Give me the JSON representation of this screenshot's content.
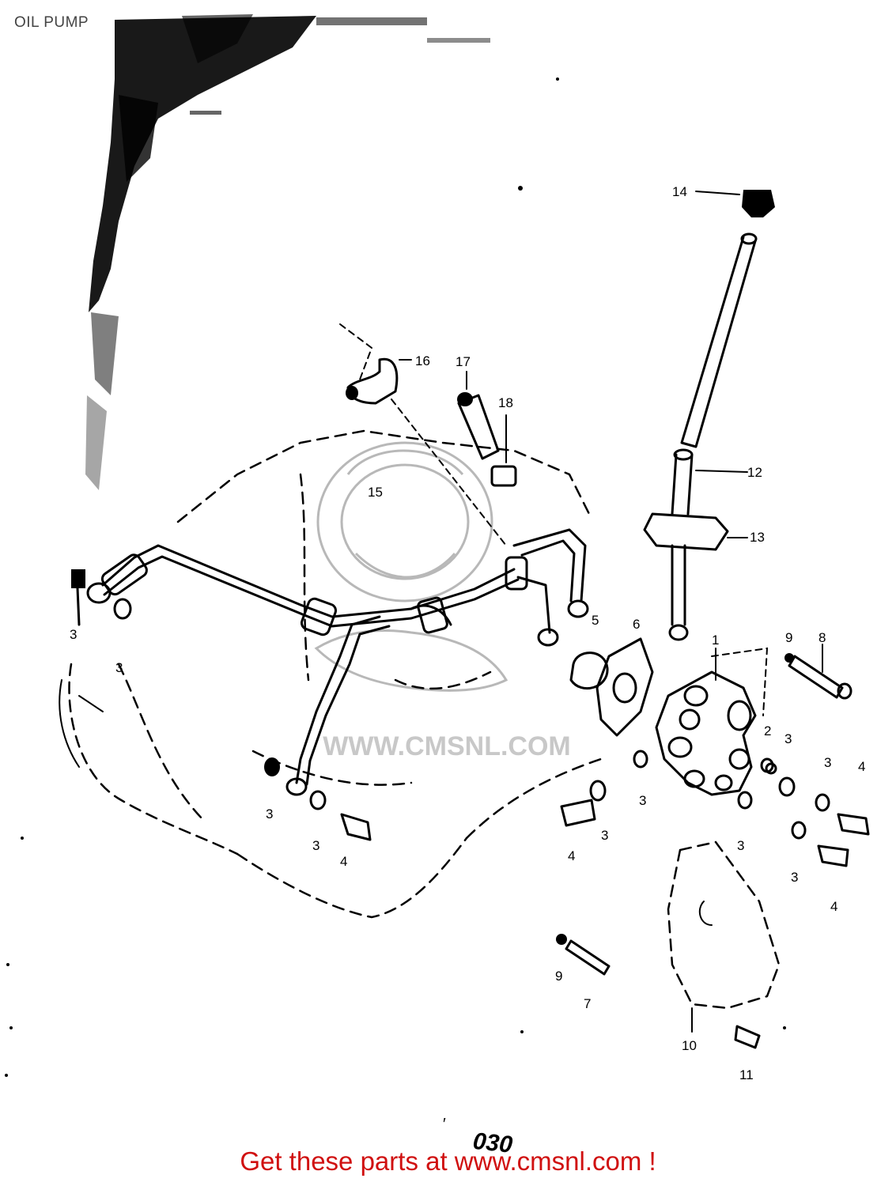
{
  "title": "OIL PUMP",
  "figure_code": "030",
  "watermark": "WWW.CMSNL.COM",
  "footer": "Get these parts at www.cmsnl.com !",
  "callouts": [
    {
      "id": "c1",
      "text": "1"
    },
    {
      "id": "c2",
      "text": "2"
    },
    {
      "id": "c3a",
      "text": "3"
    },
    {
      "id": "c3b",
      "text": "3"
    },
    {
      "id": "c3c",
      "text": "3"
    },
    {
      "id": "c3d",
      "text": "3"
    },
    {
      "id": "c3e",
      "text": "3"
    },
    {
      "id": "c3f",
      "text": "3"
    },
    {
      "id": "c3g",
      "text": "3"
    },
    {
      "id": "c3h",
      "text": "3"
    },
    {
      "id": "c3i",
      "text": "3"
    },
    {
      "id": "c3j",
      "text": "3"
    },
    {
      "id": "c3k",
      "text": "3"
    },
    {
      "id": "c4a",
      "text": "4"
    },
    {
      "id": "c4b",
      "text": "4"
    },
    {
      "id": "c4c",
      "text": "4"
    },
    {
      "id": "c4d",
      "text": "4"
    },
    {
      "id": "c5",
      "text": "5"
    },
    {
      "id": "c6",
      "text": "6"
    },
    {
      "id": "c7",
      "text": "7"
    },
    {
      "id": "c8",
      "text": "8"
    },
    {
      "id": "c9a",
      "text": "9"
    },
    {
      "id": "c9b",
      "text": "9"
    },
    {
      "id": "c10",
      "text": "10"
    },
    {
      "id": "c11",
      "text": "11"
    },
    {
      "id": "c12",
      "text": "12"
    },
    {
      "id": "c13",
      "text": "13"
    },
    {
      "id": "c14",
      "text": "14"
    },
    {
      "id": "c15",
      "text": "15"
    },
    {
      "id": "c16",
      "text": "16"
    },
    {
      "id": "c17",
      "text": "17"
    },
    {
      "id": "c18",
      "text": "18"
    }
  ],
  "colors": {
    "footer": "#d01010",
    "title": "#444444",
    "ink": "#000000",
    "watermark": "#b8b8b8"
  }
}
